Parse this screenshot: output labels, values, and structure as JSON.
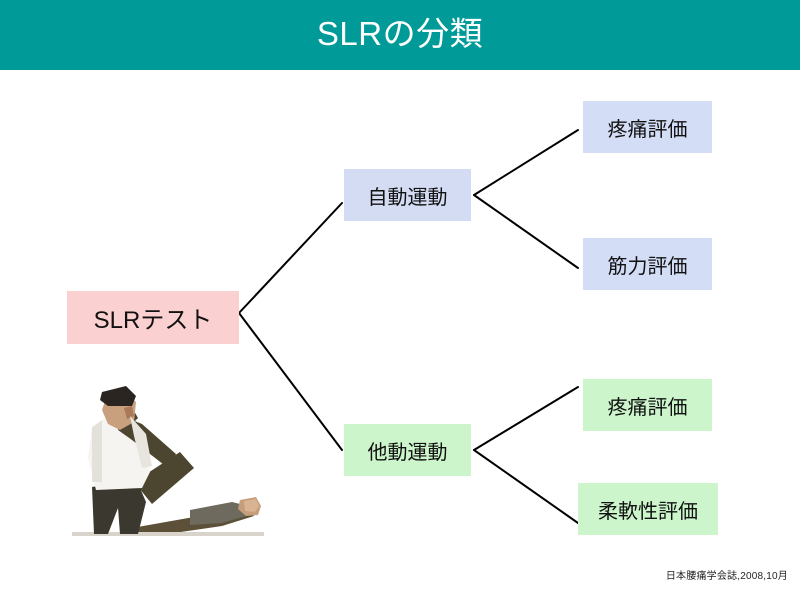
{
  "header": {
    "title": "SLRの分類",
    "bar_color": "#009a99",
    "title_color": "#ffffff"
  },
  "diagram": {
    "type": "tree",
    "root": {
      "label": "SLRテスト",
      "color": "#fbd0d0"
    },
    "branches": [
      {
        "label": "自動運動",
        "color": "#d4dcf4",
        "children": [
          {
            "label": "疼痛評価",
            "color": "#d4ddf6"
          },
          {
            "label": "筋力評価",
            "color": "#d4ddf6"
          }
        ]
      },
      {
        "label": "他動運動",
        "color": "#ccf5cc",
        "children": [
          {
            "label": "疼痛評価",
            "color": "#ccf5cc"
          },
          {
            "label": "柔軟性評価",
            "color": "#ccf5cc"
          }
        ]
      }
    ]
  },
  "photo": {
    "caption": "straight-leg-raise-test-photo"
  },
  "footer": {
    "credit": "日本腰痛学会誌,2008,10月"
  }
}
